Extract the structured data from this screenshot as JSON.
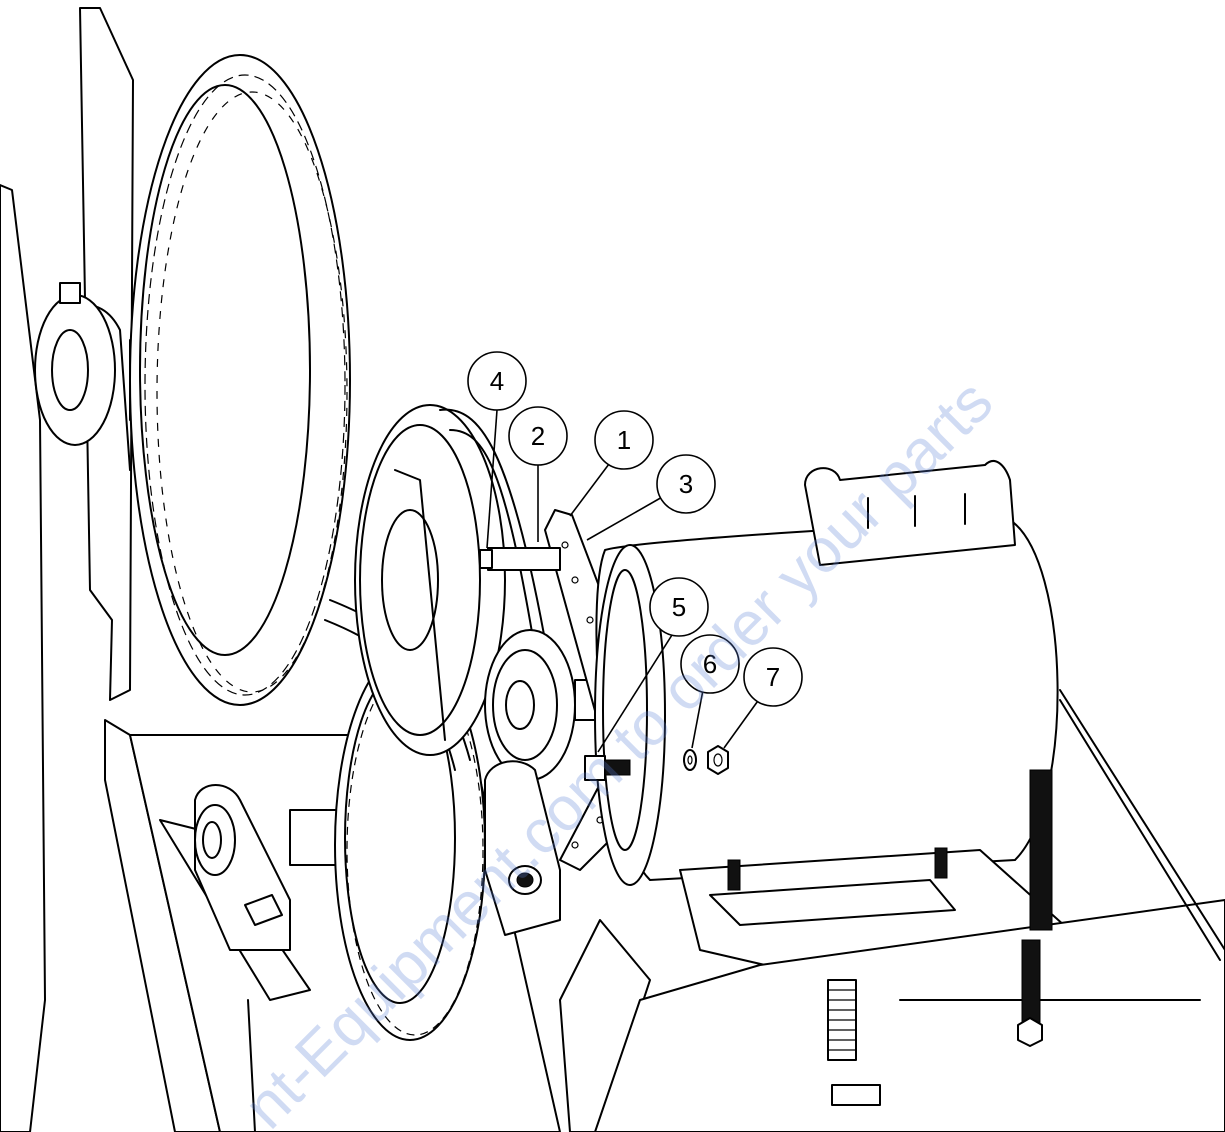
{
  "callouts": [
    {
      "id": "callout-4",
      "label": "4"
    },
    {
      "id": "callout-2",
      "label": "2"
    },
    {
      "id": "callout-1",
      "label": "1"
    },
    {
      "id": "callout-3",
      "label": "3"
    },
    {
      "id": "callout-5",
      "label": "5"
    },
    {
      "id": "callout-6",
      "label": "6"
    },
    {
      "id": "callout-7",
      "label": "7"
    }
  ],
  "watermark": {
    "text": "nt-Equipment.com to order your parts",
    "color": "#5b7fd6"
  },
  "colors": {
    "line": "#000000",
    "background": "#ffffff"
  }
}
